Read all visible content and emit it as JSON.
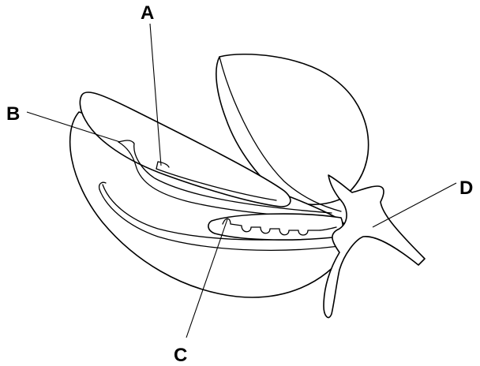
{
  "labels": {
    "a": "A",
    "b": "B",
    "c": "C",
    "d": "D"
  },
  "colors": {
    "line": "#000000",
    "background": "#ffffff"
  }
}
